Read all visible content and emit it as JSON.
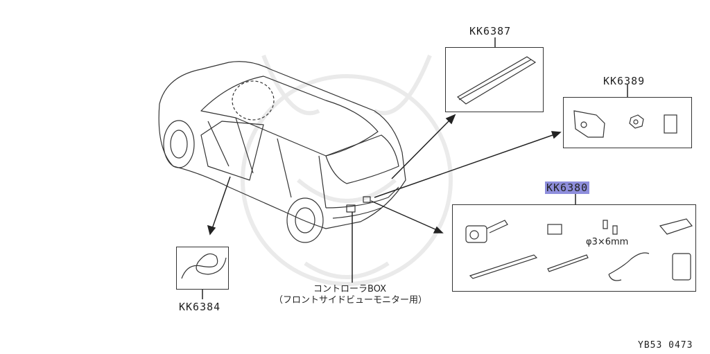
{
  "parts": {
    "kk6387": "KK6387",
    "kk6389": "KK6389",
    "kk6380": "KK6380",
    "kk6384": "KK6384"
  },
  "controller": {
    "line1": "コントローラBOX",
    "line2": "（フロントサイドビューモニター用）"
  },
  "screw_spec": "φ3×6mm",
  "diagram_id": "YB53 0473",
  "colors": {
    "highlight": "#8e8edc",
    "line": "#333333"
  }
}
